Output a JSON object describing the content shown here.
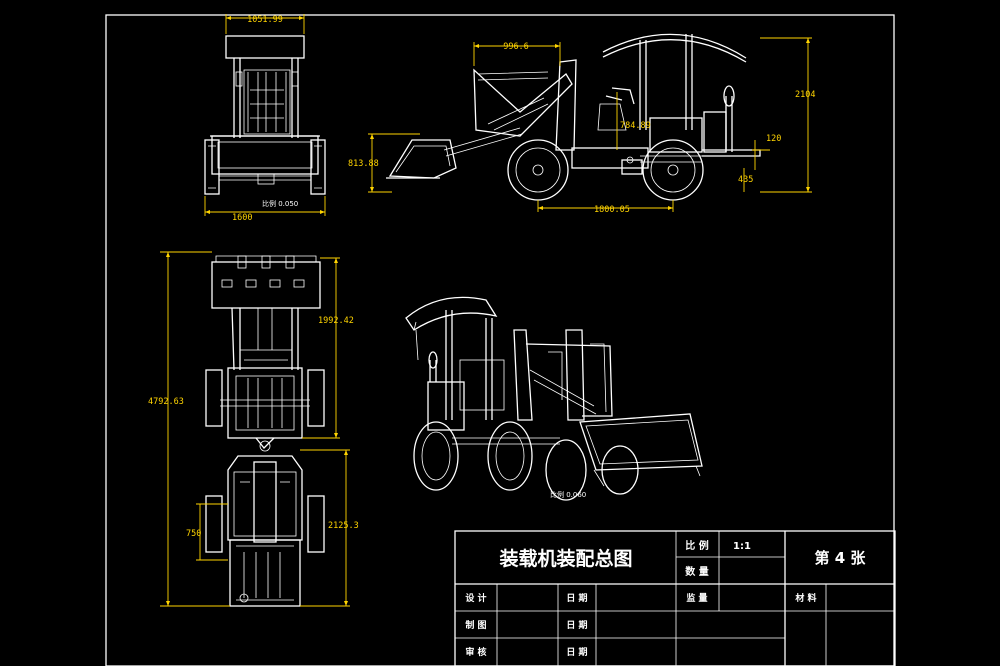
{
  "title_block": {
    "drawing_title": "装载机装配总图",
    "scale_label": "比 例",
    "scale_value": "1:1",
    "quantity_label": "数 量",
    "sheet": "第 4 张",
    "design_label": "设 计",
    "draw_label": "制 图",
    "review_label": "审 核",
    "date_label": "日 期",
    "supervise_label": "监 量",
    "material_label": "材 料"
  },
  "dimensions": {
    "front_top_width": "1051.99",
    "front_base_width": "1600",
    "front_note": "比例 0.050",
    "side_boom": "996.6",
    "side_height": "2104",
    "side_clearance": "120",
    "side_bucket_height": "813.88",
    "side_arm": "784.89",
    "side_wheelbase": "1800.05",
    "side_ground": "435",
    "plan_length": "4792.63",
    "plan_front": "1992.42",
    "plan_rear": "2125.3",
    "plan_small": "750",
    "iso_note": "比例 0.060"
  },
  "colors": {
    "background": "#000000",
    "lines": "#ffffff",
    "dimensions": "#ffd400"
  }
}
